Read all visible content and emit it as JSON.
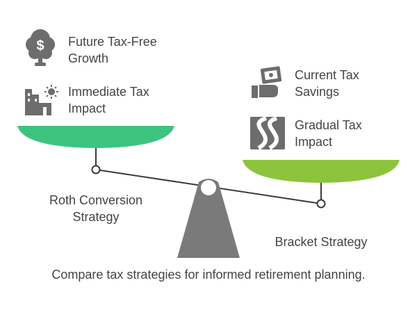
{
  "colors": {
    "left_pan": "#3cc47e",
    "right_pan": "#8cc43c",
    "fulcrum": "#7a7a7a",
    "beam": "#3a3a3a",
    "icon": "#6d6d6d",
    "text": "#444444"
  },
  "left": {
    "items": [
      {
        "icon": "money-tree-icon",
        "line1": "Future Tax-Free",
        "line2": "Growth"
      },
      {
        "icon": "factory-sun-icon",
        "line1": "Immediate Tax",
        "line2": "Impact"
      }
    ],
    "strategy_line1": "Roth Conversion",
    "strategy_line2": "Strategy"
  },
  "right": {
    "items": [
      {
        "icon": "hand-money-icon",
        "line1": "Current Tax",
        "line2": "Savings"
      },
      {
        "icon": "winding-road-icon",
        "line1": "Gradual Tax",
        "line2": "Impact"
      }
    ],
    "strategy": "Bracket Strategy"
  },
  "caption": "Compare tax strategies for informed retirement planning."
}
